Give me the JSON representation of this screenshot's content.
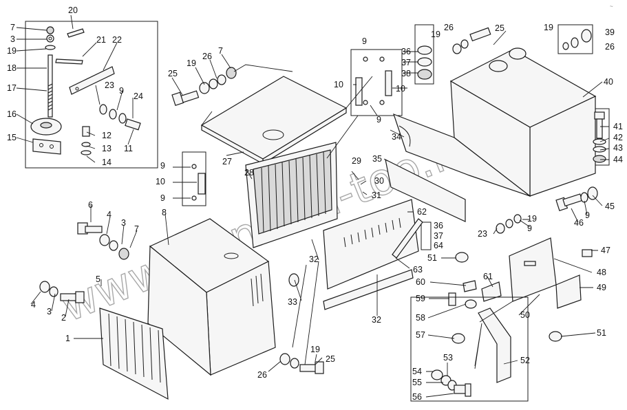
{
  "diagram": {
    "type": "exploded-parts-drawing",
    "watermark": "www.sinnrom-too.kz",
    "corner_mark": "~",
    "callouts": [
      {
        "id": "c20",
        "text": "20"
      },
      {
        "id": "c7a",
        "text": "7"
      },
      {
        "id": "c3a",
        "text": "3"
      },
      {
        "id": "c19a",
        "text": "19"
      },
      {
        "id": "c18",
        "text": "18"
      },
      {
        "id": "c21",
        "text": "21"
      },
      {
        "id": "c22",
        "text": "22"
      },
      {
        "id": "c17",
        "text": "17"
      },
      {
        "id": "c23a",
        "text": "23"
      },
      {
        "id": "c9a",
        "text": "9"
      },
      {
        "id": "c24",
        "text": "24"
      },
      {
        "id": "c16",
        "text": "16"
      },
      {
        "id": "c12",
        "text": "12"
      },
      {
        "id": "c13",
        "text": "13"
      },
      {
        "id": "c11",
        "text": "11"
      },
      {
        "id": "c15",
        "text": "15"
      },
      {
        "id": "c14",
        "text": "14"
      },
      {
        "id": "c25a",
        "text": "25"
      },
      {
        "id": "c19b",
        "text": "19"
      },
      {
        "id": "c26a",
        "text": "26"
      },
      {
        "id": "c7b",
        "text": "7"
      },
      {
        "id": "c27",
        "text": "27"
      },
      {
        "id": "c28",
        "text": "28"
      },
      {
        "id": "c9b",
        "text": "9"
      },
      {
        "id": "c10a",
        "text": "10"
      },
      {
        "id": "c9c",
        "text": "9"
      },
      {
        "id": "c9d",
        "text": "9"
      },
      {
        "id": "c10b",
        "text": "10"
      },
      {
        "id": "c10c",
        "text": "10"
      },
      {
        "id": "c9e",
        "text": "9"
      },
      {
        "id": "c29",
        "text": "29"
      },
      {
        "id": "c30",
        "text": "30"
      },
      {
        "id": "c31",
        "text": "31"
      },
      {
        "id": "c36a",
        "text": "36"
      },
      {
        "id": "c37a",
        "text": "37"
      },
      {
        "id": "c38",
        "text": "38"
      },
      {
        "id": "c19c",
        "text": "19"
      },
      {
        "id": "c26b",
        "text": "26"
      },
      {
        "id": "c25b",
        "text": "25"
      },
      {
        "id": "c19d",
        "text": "19"
      },
      {
        "id": "c39",
        "text": "39"
      },
      {
        "id": "c26c",
        "text": "26"
      },
      {
        "id": "c40",
        "text": "40"
      },
      {
        "id": "c34",
        "text": "34"
      },
      {
        "id": "c35",
        "text": "35"
      },
      {
        "id": "c41",
        "text": "41"
      },
      {
        "id": "c42",
        "text": "42"
      },
      {
        "id": "c43",
        "text": "43"
      },
      {
        "id": "c44",
        "text": "44"
      },
      {
        "id": "c45",
        "text": "45"
      },
      {
        "id": "c46",
        "text": "46"
      },
      {
        "id": "c9f",
        "text": "9"
      },
      {
        "id": "c6",
        "text": "6"
      },
      {
        "id": "c4a",
        "text": "4"
      },
      {
        "id": "c3b",
        "text": "3"
      },
      {
        "id": "c7c",
        "text": "7"
      },
      {
        "id": "c8",
        "text": "8"
      },
      {
        "id": "c5",
        "text": "5"
      },
      {
        "id": "c4b",
        "text": "4"
      },
      {
        "id": "c3c",
        "text": "3"
      },
      {
        "id": "c2",
        "text": "2"
      },
      {
        "id": "c1",
        "text": "1"
      },
      {
        "id": "c32a",
        "text": "32"
      },
      {
        "id": "c62",
        "text": "62"
      },
      {
        "id": "c36b",
        "text": "36"
      },
      {
        "id": "c37b",
        "text": "37"
      },
      {
        "id": "c64",
        "text": "64"
      },
      {
        "id": "c63",
        "text": "63"
      },
      {
        "id": "c33",
        "text": "33"
      },
      {
        "id": "c32b",
        "text": "32"
      },
      {
        "id": "c19e",
        "text": "19"
      },
      {
        "id": "c25c",
        "text": "25"
      },
      {
        "id": "c26d",
        "text": "26"
      },
      {
        "id": "c19f",
        "text": "19"
      },
      {
        "id": "c23b",
        "text": "23"
      },
      {
        "id": "c9g",
        "text": "9"
      },
      {
        "id": "c47",
        "text": "47"
      },
      {
        "id": "c48",
        "text": "48"
      },
      {
        "id": "c49",
        "text": "49"
      },
      {
        "id": "c51a",
        "text": "51"
      },
      {
        "id": "c60",
        "text": "60"
      },
      {
        "id": "c61",
        "text": "61"
      },
      {
        "id": "c59",
        "text": "59"
      },
      {
        "id": "c58",
        "text": "58"
      },
      {
        "id": "c57",
        "text": "57"
      },
      {
        "id": "c50",
        "text": "50"
      },
      {
        "id": "c51b",
        "text": "51"
      },
      {
        "id": "c53",
        "text": "53"
      },
      {
        "id": "c52",
        "text": "52"
      },
      {
        "id": "c54",
        "text": "54"
      },
      {
        "id": "c55",
        "text": "55"
      },
      {
        "id": "c56",
        "text": "56"
      }
    ]
  }
}
